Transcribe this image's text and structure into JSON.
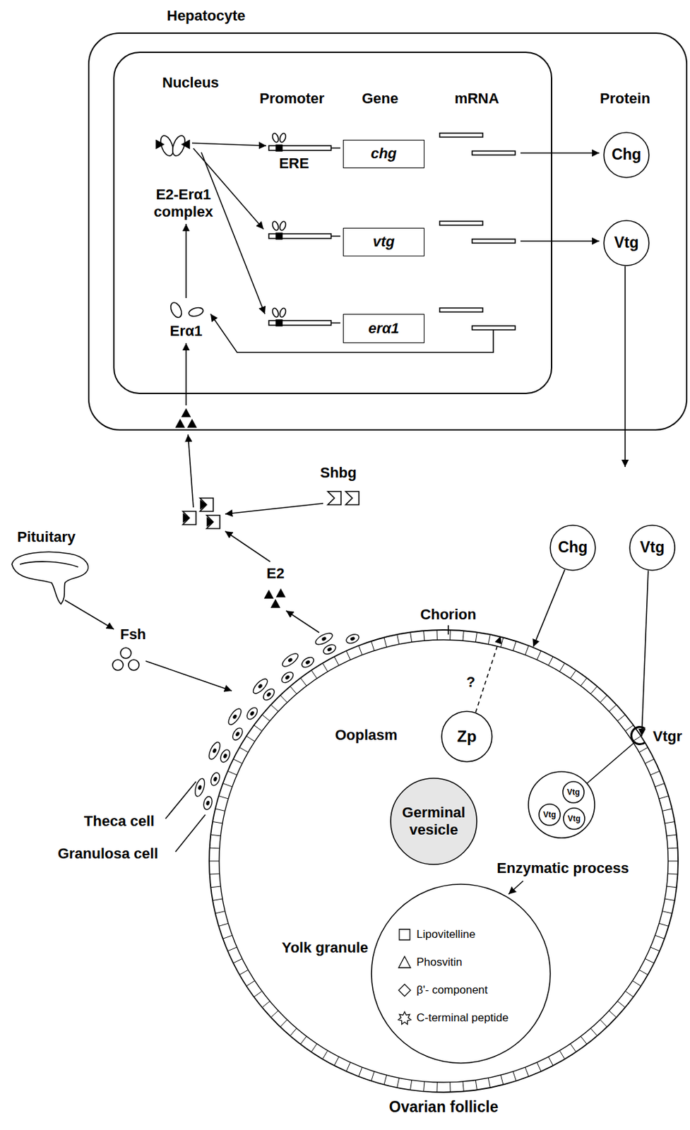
{
  "diagram": {
    "nodes": [
      {
        "text": [
          "Hepatocyte"
        ]
      },
      {
        "text": [
          "Nucleus"
        ],
        "in": 0
      },
      {
        "text": [
          "chg"
        ],
        "in": 1
      },
      {
        "text": [
          "vtg"
        ],
        "in": 1
      },
      {
        "text": [
          "erα1"
        ],
        "in": 1
      },
      {
        "text": [
          "Chg"
        ],
        "in": 0
      },
      {
        "text": [
          "Vtg"
        ],
        "in": 0
      },
      {
        "text": [
          "Chg"
        ]
      },
      {
        "text": [
          "Vtg"
        ]
      },
      {
        "text": [
          "Ovarian follicle"
        ]
      },
      {
        "text": [
          "Zp"
        ],
        "in": 9
      },
      {
        "text": [
          "Germinal vesicle"
        ],
        "in": 9
      },
      {
        "text": [
          "Vtg"
        ],
        "in": 9
      },
      {
        "text": [
          "Vtg"
        ],
        "in": 9
      },
      {
        "text": [
          "Vtg"
        ],
        "in": 9
      },
      {
        "text": [
          "Yolk granule"
        ],
        "in": 9
      }
    ],
    "edges": [
      {
        "from": 7,
        "to": 9,
        "arrow": "to"
      },
      {
        "from": 8,
        "to": 9,
        "arrow": "to"
      },
      {
        "from": 10,
        "to": 9,
        "arrow": "to"
      }
    ],
    "labels": [
      "Promoter",
      "Gene",
      "mRNA",
      "Protein",
      "E2-Erα1 complex",
      "ERE",
      "Erα1",
      "Shbg",
      "Pituitary",
      "E2",
      "Fsh",
      "Chorion",
      "?",
      "Ooplasm",
      "Vtgr",
      "Enzymatic process",
      "Theca cell",
      "Granulosa cell"
    ],
    "legend": [
      {
        "text": "Lipovitelline"
      },
      {
        "text": "Phosvitin"
      },
      {
        "text": "β'- component"
      },
      {
        "text": "C-terminal peptide"
      }
    ]
  }
}
